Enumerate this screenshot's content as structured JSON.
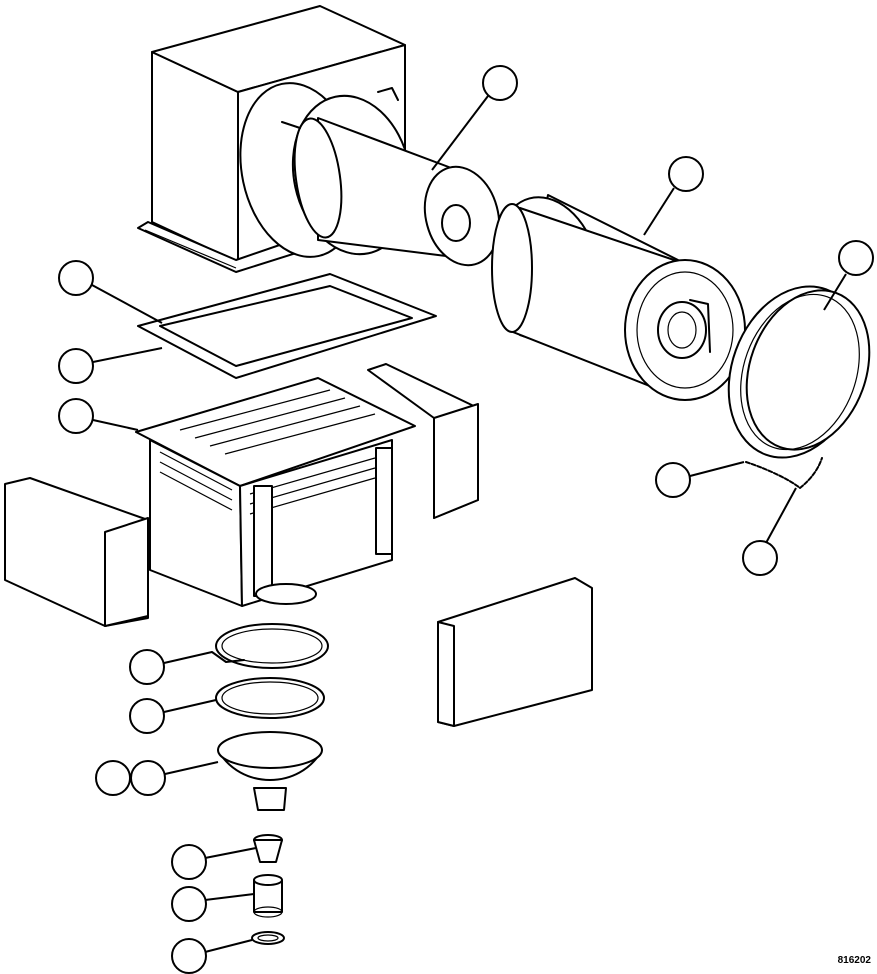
{
  "figure": {
    "id": "816202",
    "callouts": [
      {
        "name": "callout-inner-filter"
      },
      {
        "name": "callout-outer-filter"
      },
      {
        "name": "callout-end-cap"
      },
      {
        "name": "callout-gasket-top"
      },
      {
        "name": "callout-gasket-bottom"
      },
      {
        "name": "callout-precleaner-body"
      },
      {
        "name": "callout-cap-chain-a"
      },
      {
        "name": "callout-cap-chain-b"
      },
      {
        "name": "callout-clamp"
      },
      {
        "name": "callout-o-ring"
      },
      {
        "name": "callout-dust-cup-a"
      },
      {
        "name": "callout-dust-cup-b"
      },
      {
        "name": "callout-valve"
      },
      {
        "name": "callout-sleeve"
      },
      {
        "name": "callout-ring-clamp"
      }
    ]
  }
}
